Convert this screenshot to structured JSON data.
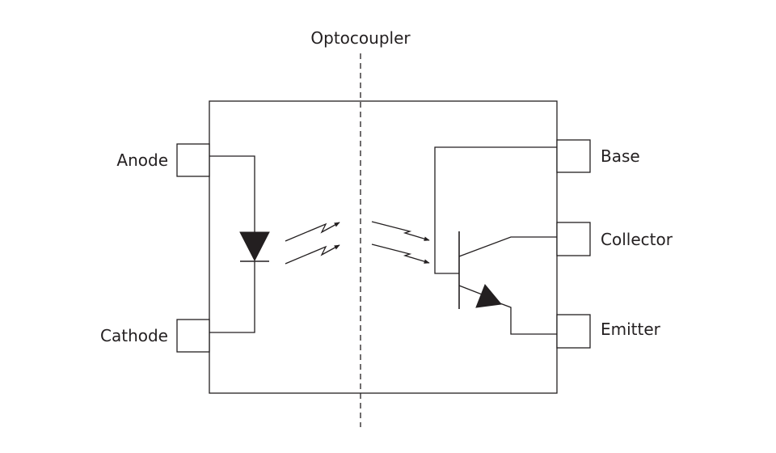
{
  "title": "Optocoupler",
  "pins": {
    "anode": "Anode",
    "cathode": "Cathode",
    "base": "Base",
    "collector": "Collector",
    "emitter": "Emitter"
  }
}
